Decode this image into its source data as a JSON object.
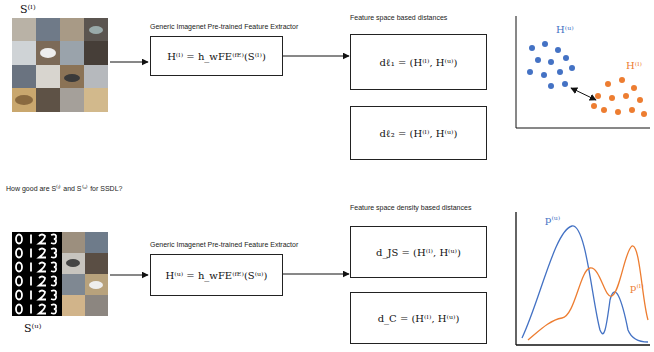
{
  "diagram": {
    "nodes": [
      {
        "text": [
          "H⁽ˡ⁾ = h_wFE⁽ᶠᴱ⁾(S⁽ˡ⁾)"
        ]
      },
      {
        "text": [
          "dℓ₁ = (H⁽ˡ⁾, H⁽ᵘ⁾)"
        ]
      },
      {
        "text": [
          "dℓ₂ = (H⁽ˡ⁾, H⁽ᵘ⁾)"
        ]
      },
      {
        "text": [
          "H⁽ᵘ⁾ = h_wFE⁽ᶠᴱ⁾(S⁽ᵘ⁾)"
        ]
      },
      {
        "text": [
          "d_JS = (H⁽ˡ⁾, H⁽ᵘ⁾)"
        ]
      },
      {
        "text": [
          "d_C = (H⁽ˡ⁾, H⁽ᵘ⁾)"
        ]
      }
    ],
    "edges": [
      {
        "from": 0,
        "to": 1,
        "arrow": "to"
      },
      {
        "from": 3,
        "to": 4,
        "arrow": "to"
      }
    ],
    "labels": [
      "S⁽ˡ⁾",
      "Generic Imagenet Pre-trained Feature Extractor",
      "Feature space based distances",
      "H⁽ᵘ⁾",
      "H⁽ˡ⁾",
      "How good are S⁽ˡ⁾ and S⁽ᵘ⁾ for SSDL?",
      "Generic Imagenet Pre-trained Feature Extractor",
      "Feature space density based distances",
      "p⁽ᵘ⁾",
      "p⁽ˡ⁾",
      "S⁽ᵘ⁾"
    ]
  }
}
